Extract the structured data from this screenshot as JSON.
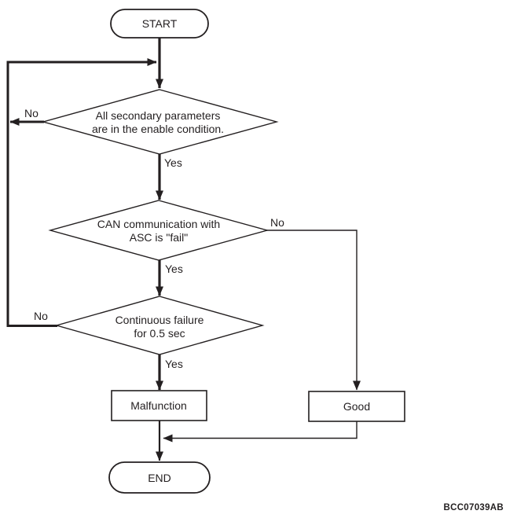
{
  "flowchart": {
    "terminals": {
      "start": "START",
      "end": "END"
    },
    "decisions": [
      {
        "line1": "All secondary parameters",
        "line2": "are in the enable condition."
      },
      {
        "line1": "CAN communication with",
        "line2": "ASC is \"fail\""
      },
      {
        "line1": "Continuous failure",
        "line2": "for 0.5 sec"
      }
    ],
    "processes": {
      "malfunction": "Malfunction",
      "good": "Good"
    },
    "branch_labels": {
      "yes": "Yes",
      "no": "No"
    },
    "figure_code": "BCC07039AB",
    "colors": {
      "ink": "#231f20",
      "background": "#ffffff"
    }
  }
}
